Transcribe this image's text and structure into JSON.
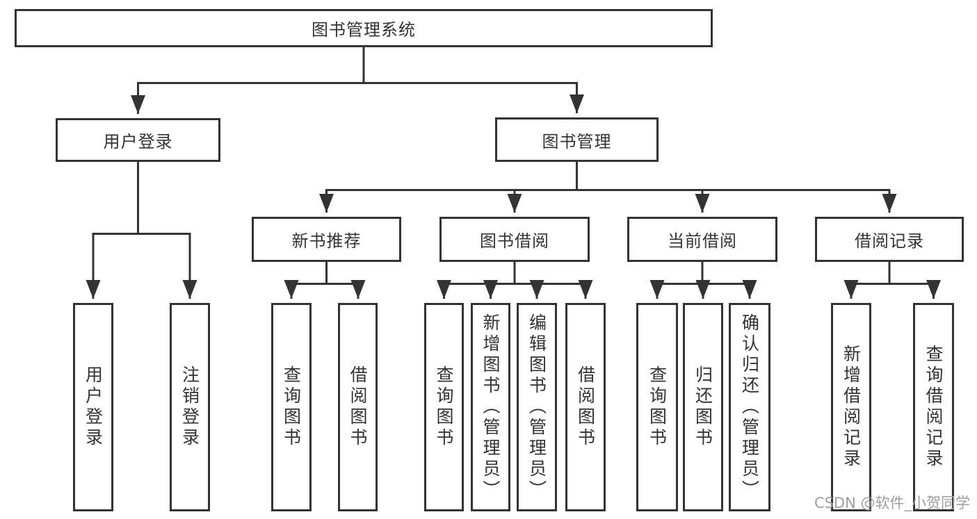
{
  "colors": {
    "line": "#333333",
    "text": "#333333",
    "node_fill": "#ffffff",
    "background": "#ffffff",
    "watermark": "#9e9e9e"
  },
  "watermark": {
    "text": "CSDN @软件_小贺同学"
  },
  "tree": {
    "label": "图书管理系统",
    "children": [
      {
        "label": "用户登录",
        "children": [
          {
            "label": "用户登录"
          },
          {
            "label": "注销登录"
          }
        ]
      },
      {
        "label": "图书管理",
        "children": [
          {
            "label": "新书推荐",
            "children": [
              {
                "label": "查询图书"
              },
              {
                "label": "借阅图书"
              }
            ]
          },
          {
            "label": "图书借阅",
            "children": [
              {
                "label": "查询图书"
              },
              {
                "label": "新增图书（管理员）"
              },
              {
                "label": "编辑图书（管理员）"
              },
              {
                "label": "借阅图书"
              }
            ]
          },
          {
            "label": "当前借阅",
            "children": [
              {
                "label": "查询图书"
              },
              {
                "label": "归还图书"
              },
              {
                "label": "确认归还（管理员）"
              }
            ]
          },
          {
            "label": "借阅记录",
            "children": [
              {
                "label": "新增借阅记录"
              },
              {
                "label": "查询借阅记录"
              }
            ]
          }
        ]
      }
    ]
  }
}
